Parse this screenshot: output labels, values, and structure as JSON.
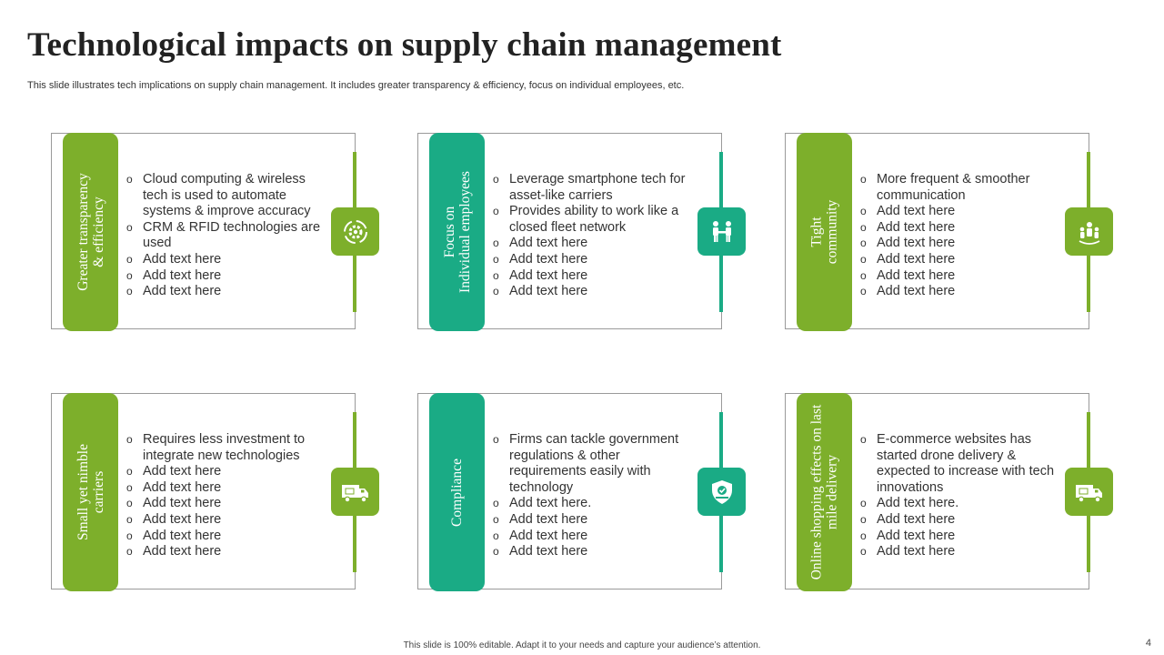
{
  "slide": {
    "title": "Technological impacts on supply chain management",
    "subtitle": "This slide illustrates tech implications on supply chain management. It includes greater transparency & efficiency, focus on individual employees, etc.",
    "footer": "This slide is 100% editable.  Adapt it to your needs and capture your audience’s attention.",
    "page_number": "4"
  },
  "colors": {
    "green": "#7daf2b",
    "teal": "#1aab85"
  },
  "cards": [
    {
      "heading_line1": "Greater transparency",
      "heading_line2": "& efficiency",
      "icon": "gear-cycle-icon",
      "bullets": [
        "Cloud computing & wireless tech is used to automate systems & improve accuracy",
        "CRM & RFID technologies are used",
        "Add text here",
        "Add text here",
        "Add text here"
      ]
    },
    {
      "heading_line1": "Focus on",
      "heading_line2": "Individual employees",
      "icon": "people-meeting-icon",
      "bullets": [
        "Leverage smartphone tech for asset-like carriers",
        "Provides ability to work like a closed fleet network",
        "Add text here",
        "Add text here",
        "Add text here",
        "Add text here"
      ]
    },
    {
      "heading_line1": "Tight",
      "heading_line2": "community",
      "icon": "community-icon",
      "bullets": [
        "More frequent &  smoother communication",
        "Add text here",
        "Add text here",
        "Add text here",
        "Add text here",
        "Add text here",
        "Add text here"
      ]
    },
    {
      "heading_line1": "Small yet nimble",
      "heading_line2": "carriers",
      "icon": "delivery-truck-icon",
      "bullets": [
        "Requires less investment to integrate new technologies",
        "Add text here",
        "Add text here",
        "Add text here",
        "Add text here",
        "Add text here",
        "Add text here"
      ]
    },
    {
      "heading_line1": "Compliance",
      "heading_line2": "",
      "icon": "shield-badge-icon",
      "bullets": [
        "Firms can tackle government regulations & other requirements easily  with technology",
        "Add text here.",
        "Add text here",
        "Add text here",
        "Add text here"
      ]
    },
    {
      "heading_line1": "Online shopping effects on last",
      "heading_line2": "mile delivery",
      "icon": "delivery-truck-icon",
      "bullets": [
        "E-commerce websites has started drone delivery & expected to increase with tech innovations",
        "Add text here.",
        "Add text here",
        "Add text here",
        "Add text here"
      ]
    }
  ]
}
